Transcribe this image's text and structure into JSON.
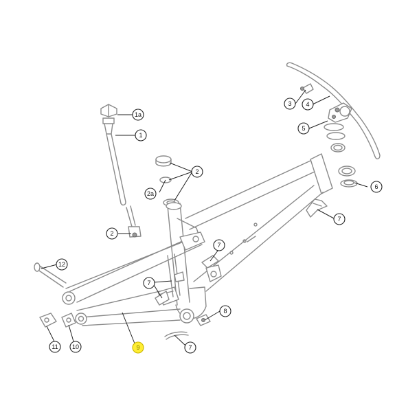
{
  "diagram": {
    "callouts": {
      "c1a": "1a",
      "c1": "1",
      "c2_top": "2",
      "c2a": "2a",
      "c2_left": "2",
      "c3": "3",
      "c4": "4",
      "c5": "5",
      "c6": "6",
      "c7_right": "7",
      "c7_mid": "7",
      "c7_left": "7",
      "c7_bottom": "7",
      "c8": "8",
      "c9": "9",
      "c10": "10",
      "c11": "11",
      "c12": "12"
    },
    "colors": {
      "line_art": "#8a8a8a",
      "callout_stroke": "#222222",
      "highlight_fill": "#ffee33"
    }
  }
}
